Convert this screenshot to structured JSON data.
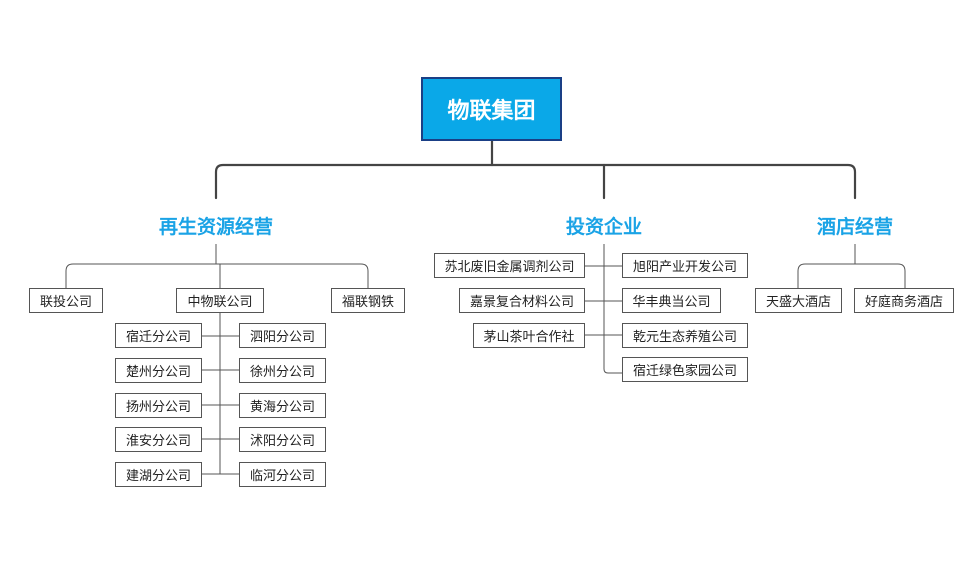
{
  "root": {
    "label": "物联集团"
  },
  "branches": {
    "recycle": {
      "label": "再生资源经营",
      "children": {
        "lianTou": "联投公司",
        "zhongWuLian": "中物联公司",
        "fuLian": "福联钢铁"
      },
      "subsidiaries_left": [
        "宿迁分公司",
        "楚州分公司",
        "扬州分公司",
        "淮安分公司",
        "建湖分公司"
      ],
      "subsidiaries_right": [
        "泗阳分公司",
        "徐州分公司",
        "黄海分公司",
        "沭阳分公司",
        "临河分公司"
      ]
    },
    "investment": {
      "label": "投资企业",
      "left": [
        "苏北废旧金属调剂公司",
        "嘉景复合材料公司",
        "茅山茶叶合作社"
      ],
      "right": [
        "旭阳产业开发公司",
        "华丰典当公司",
        "乾元生态养殖公司",
        "宿迁绿色家园公司"
      ]
    },
    "hotel": {
      "label": "酒店经营",
      "children": [
        "天盛大酒店",
        "好庭商务酒店"
      ]
    }
  }
}
